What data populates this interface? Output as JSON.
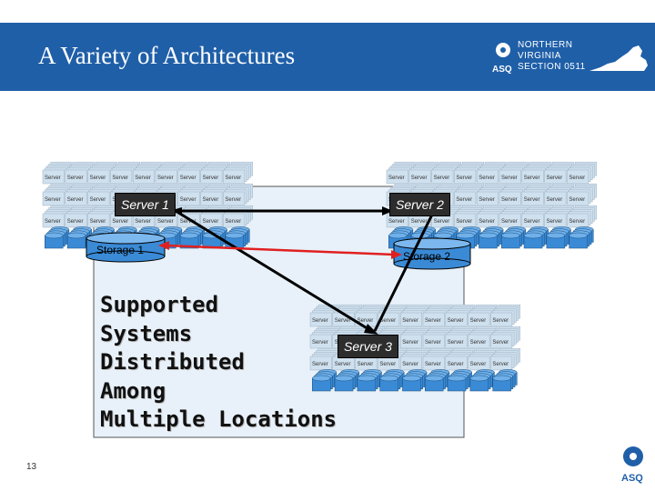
{
  "header": {
    "title": "A Variety of Architectures",
    "logo": {
      "org": "ASQ",
      "lines": [
        "NORTHERN",
        "VIRGINIA",
        "SECTION 0511"
      ]
    }
  },
  "diagram": {
    "server_tile_label": "Server",
    "nodes": {
      "server1": "Server 1",
      "server2": "Server 2",
      "server3": "Server 3",
      "storage1": "Storage 1",
      "storage2": "Storage 2"
    },
    "main_text": [
      "Supported",
      "Systems",
      "Distributed",
      "Among",
      "Multiple Locations"
    ]
  },
  "footer": {
    "page_number": "13",
    "corner_logo": "ASQ"
  },
  "colors": {
    "banner": "#1f5fa8",
    "server_tile": "#cfe0ee",
    "storage_cylinder": "#3a8ad6",
    "link_black": "#000000",
    "link_red": "#e02020",
    "box_fill": "#d6e6f4"
  }
}
